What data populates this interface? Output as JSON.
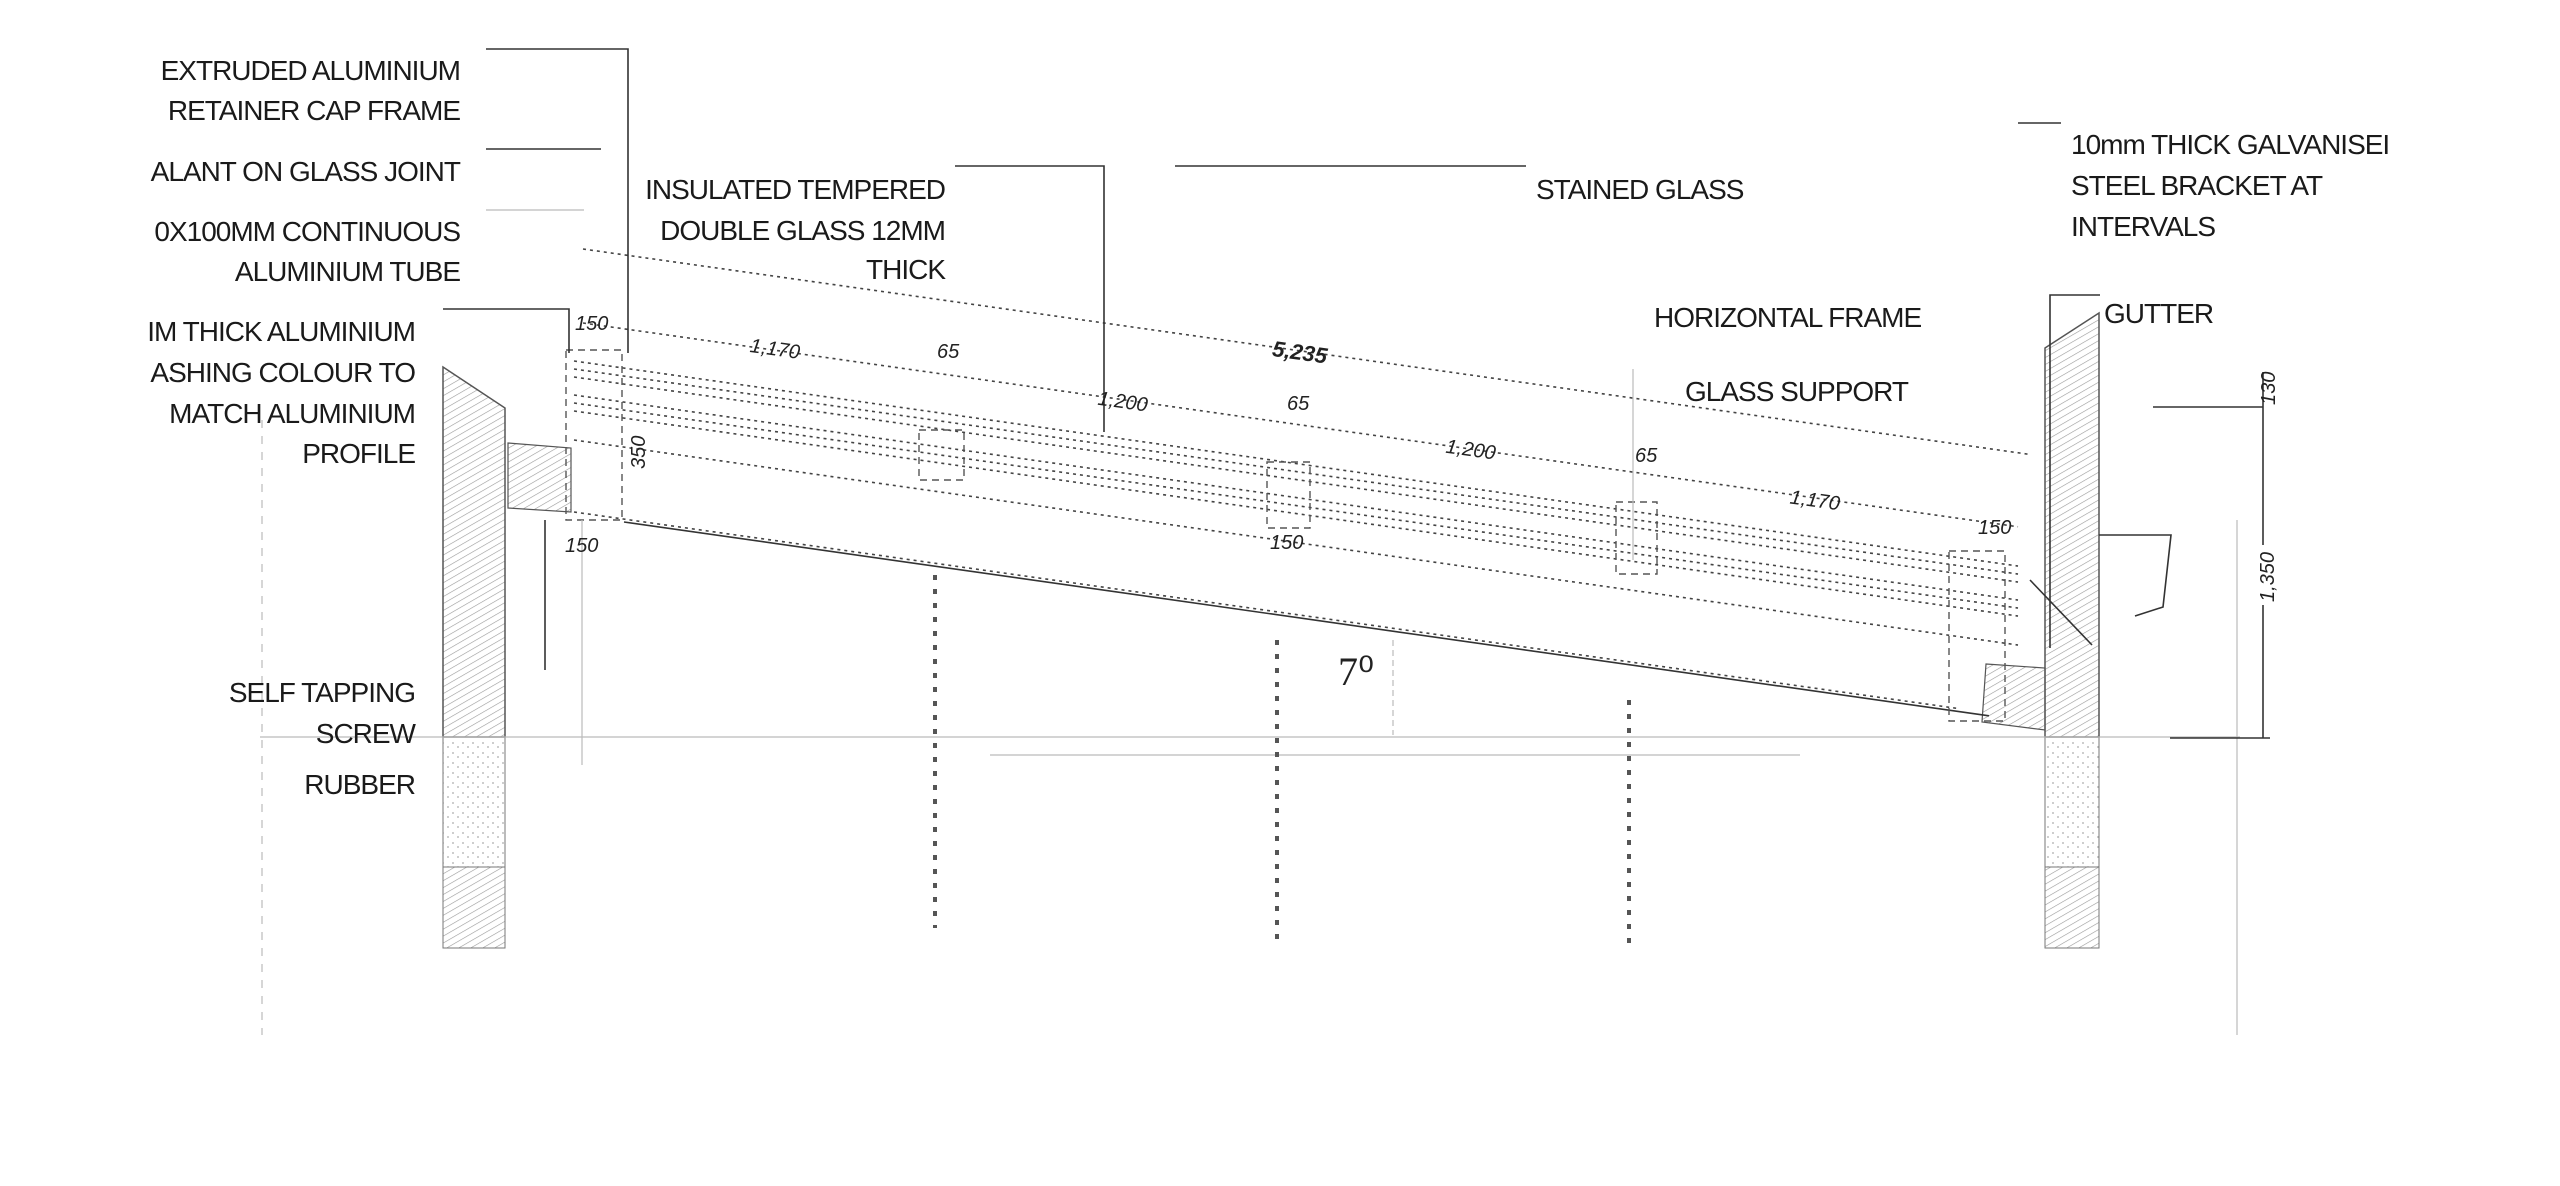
{
  "labels": {
    "retainer_cap_1": "EXTRUDED ALUMINIUM",
    "retainer_cap_2": "RETAINER CAP FRAME",
    "sealant": "ALANT ON GLASS JOINT",
    "tube_1": "0X100MM CONTINUOUS",
    "tube_2": "ALUMINIUM TUBE",
    "flashing_1": "IM THICK ALUMINIUM",
    "flashing_2": "ASHING COLOUR TO",
    "flashing_3": "MATCH ALUMINIUM",
    "flashing_4": "PROFILE",
    "screw_1": "SELF TAPPING",
    "screw_2": "SCREW",
    "rubber": "RUBBER",
    "glass_1": "INSULATED TEMPERED",
    "glass_2": "DOUBLE GLASS 12MM",
    "glass_3": "THICK",
    "stained_glass": "STAINED GLASS",
    "horizontal_frame": "HORIZONTAL FRAME",
    "glass_support": "GLASS SUPPORT",
    "bracket_1": "10mm THICK GALVANISEI",
    "bracket_2": "STEEL BRACKET AT",
    "bracket_3": "INTERVALS",
    "gutter": "GUTTER"
  },
  "dimensions": {
    "overall": "5,235",
    "edge_left": "150",
    "span_1": "1,170",
    "support_1": "65",
    "span_2": "1,200",
    "support_2": "65",
    "span_3": "1,200",
    "support_3": "65",
    "span_4": "1,170",
    "edge_right": "150",
    "frame_depth": "350",
    "base_left": "150",
    "base_mid": "150",
    "slope_angle": "7⁰",
    "upstand": "130",
    "height": "1,350"
  }
}
